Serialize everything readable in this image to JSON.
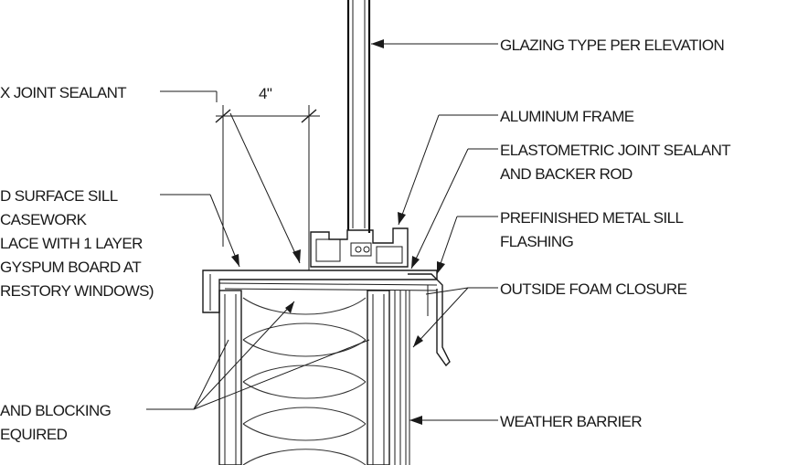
{
  "labels": {
    "glazing": "GLAZING TYPE PER ELEVATION",
    "flex_joint": "X JOINT SEALANT",
    "dim_4": "4\"",
    "aluminum_frame": "ALUMINUM FRAME",
    "elastomeric_1": "ELASTOMETRIC JOINT SEALANT",
    "elastomeric_2": "AND BACKER ROD",
    "surface_sill_1": "D SURFACE SILL",
    "surface_sill_2": "CASEWORK",
    "surface_sill_3": "LACE WITH 1 LAYER",
    "surface_sill_4": "GYSPUM BOARD AT",
    "surface_sill_5": "RESTORY WINDOWS)",
    "metal_sill_1": "PREFINISHED METAL SILL",
    "metal_sill_2": "FLASHING",
    "foam_closure": "OUTSIDE FOAM CLOSURE",
    "blocking_1": "AND BLOCKING",
    "blocking_2": "EQUIRED",
    "weather_barrier": "WEATHER BARRIER"
  }
}
